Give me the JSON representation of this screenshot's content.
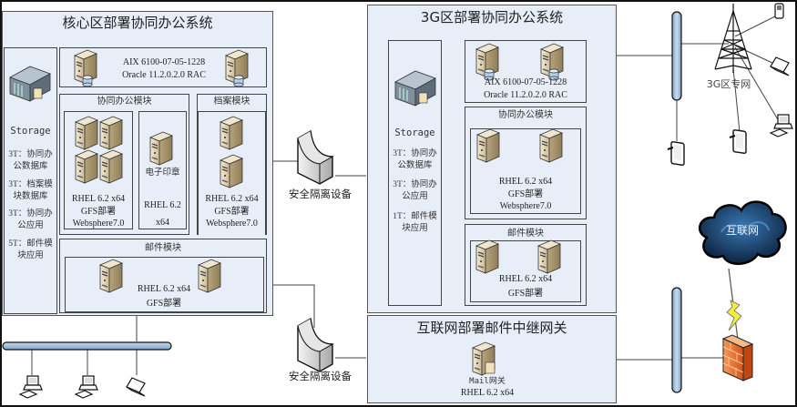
{
  "core_zone": {
    "title": "核心区部署协同办公系统",
    "db_cluster": {
      "line1": "AIX 6100-07-05-1228",
      "line2": "Oracle 11.2.0.2.0 RAC"
    },
    "storage": {
      "label": "Storage",
      "items": [
        "3T：协同办公数据库",
        "3T：档案模块数据库",
        "3T：协同办公应用",
        "5T：邮件模块应用"
      ]
    },
    "collab_module": {
      "title": "协同办公模块",
      "app_servers": {
        "line1": "RHEL 6.2 x64",
        "line2": "GFS部署",
        "line3": "Websphere7.0"
      },
      "seal_server": {
        "name": "电子印章",
        "line1": "RHEL 6.2",
        "line2": "x64"
      }
    },
    "archive_module": {
      "title": "档案模块",
      "line1": "RHEL 6.2 x64",
      "line2": "GFS部署",
      "line3": "Websphere7.0"
    },
    "mail_module": {
      "title": "邮件模块",
      "line1": "RHEL 6.2 x64",
      "line2": "GFS部署"
    }
  },
  "isolation_devices": [
    {
      "label": "安全隔离设备"
    },
    {
      "label": "安全隔离设备"
    }
  ],
  "zone_3g": {
    "title": "3G区部署协同办公系统",
    "db_cluster": {
      "line1": "AIX 6100-07-05-1228",
      "line2": "Oracle 11.2.0.2.0 RAC"
    },
    "storage": {
      "label": "Storage",
      "items": [
        "3T：协同办公数据库",
        "3T：协同办公应用",
        "1T：邮件模块应用"
      ]
    },
    "collab_module": {
      "title": "协同办公模块",
      "line1": "RHEL 6.2 x64",
      "line2": "GFS部署",
      "line3": "Websphere7.0"
    },
    "mail_module": {
      "title": "邮件模块",
      "line1": "RHEL 6.2 x64",
      "line2": "GFS部署"
    }
  },
  "mail_gateway_zone": {
    "title": "互联网部署邮件中继网关",
    "server_name": "Mail网关",
    "os": "RHEL 6.2 x64"
  },
  "network": {
    "private_3g_label": "3G区专网",
    "internet_label": "互联网"
  },
  "colors": {
    "box_fill": "#e8eef8",
    "bus_fill": "#a9c4e0",
    "cloud": "#1f4e79",
    "firewall": "#f07a30",
    "lightning": "#f2ef3a"
  }
}
